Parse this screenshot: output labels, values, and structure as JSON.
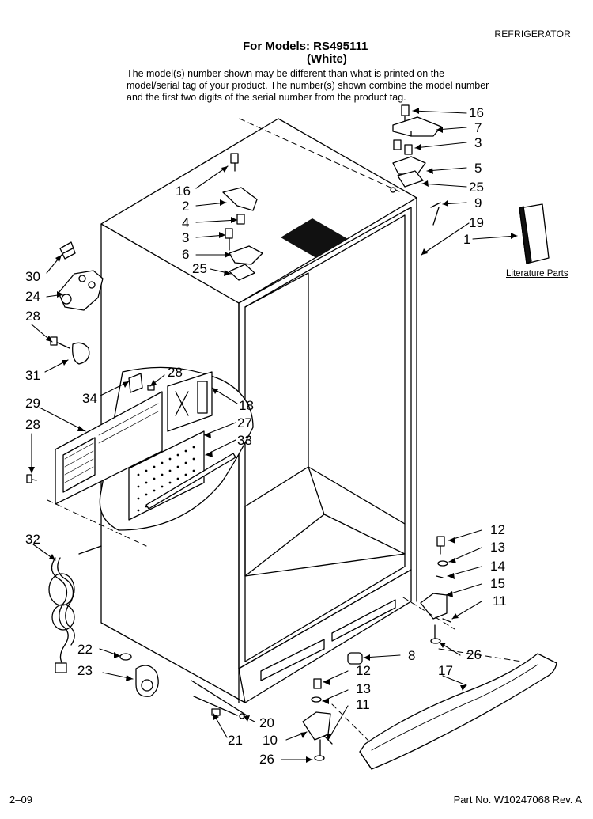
{
  "header": {
    "category": "REFRIGERATOR",
    "title_line1": "For Models: RS495111",
    "title_line2": "(White)",
    "note": "The model(s) number shown may be different than what is printed on the model/serial tag of your product. The number(s) shown combine the model number and the first two digits of the serial number from the product tag."
  },
  "callouts": [
    {
      "id": "c16a",
      "text": "16"
    },
    {
      "id": "c7",
      "text": "7"
    },
    {
      "id": "c3a",
      "text": "3"
    },
    {
      "id": "c5",
      "text": "5"
    },
    {
      "id": "c25a",
      "text": "25"
    },
    {
      "id": "c9",
      "text": "9"
    },
    {
      "id": "c19",
      "text": "19"
    },
    {
      "id": "c1",
      "text": "1"
    },
    {
      "id": "c16b",
      "text": "16"
    },
    {
      "id": "c2",
      "text": "2"
    },
    {
      "id": "c4",
      "text": "4"
    },
    {
      "id": "c3b",
      "text": "3"
    },
    {
      "id": "c6",
      "text": "6"
    },
    {
      "id": "c25b",
      "text": "25"
    },
    {
      "id": "c30",
      "text": "30"
    },
    {
      "id": "c24",
      "text": "24"
    },
    {
      "id": "c28a",
      "text": "28"
    },
    {
      "id": "c31",
      "text": "31"
    },
    {
      "id": "c28b",
      "text": "28"
    },
    {
      "id": "c34",
      "text": "34"
    },
    {
      "id": "c18",
      "text": "18"
    },
    {
      "id": "c29",
      "text": "29"
    },
    {
      "id": "c27",
      "text": "27"
    },
    {
      "id": "c28c",
      "text": "28"
    },
    {
      "id": "c33",
      "text": "33"
    },
    {
      "id": "c12a",
      "text": "12"
    },
    {
      "id": "c13a",
      "text": "13"
    },
    {
      "id": "c14",
      "text": "14"
    },
    {
      "id": "c15",
      "text": "15"
    },
    {
      "id": "c11a",
      "text": "11"
    },
    {
      "id": "c32",
      "text": "32"
    },
    {
      "id": "c26a",
      "text": "26"
    },
    {
      "id": "c22",
      "text": "22"
    },
    {
      "id": "c8",
      "text": "8"
    },
    {
      "id": "c17",
      "text": "17"
    },
    {
      "id": "c23",
      "text": "23"
    },
    {
      "id": "c12b",
      "text": "12"
    },
    {
      "id": "c13b",
      "text": "13"
    },
    {
      "id": "c11b",
      "text": "11"
    },
    {
      "id": "c20",
      "text": "20"
    },
    {
      "id": "c21",
      "text": "21"
    },
    {
      "id": "c10",
      "text": "10"
    },
    {
      "id": "c26b",
      "text": "26"
    }
  ],
  "literature_label": "Literature Parts",
  "footer": {
    "left": "2–09",
    "right": "Part No. W10247068 Rev. A"
  },
  "icons": [
    "cabinet-drawing",
    "hinge-icon",
    "screw-icon",
    "water-valve-icon",
    "power-cord-icon",
    "leveling-leg-icon",
    "roller-icon",
    "grille-icon"
  ]
}
